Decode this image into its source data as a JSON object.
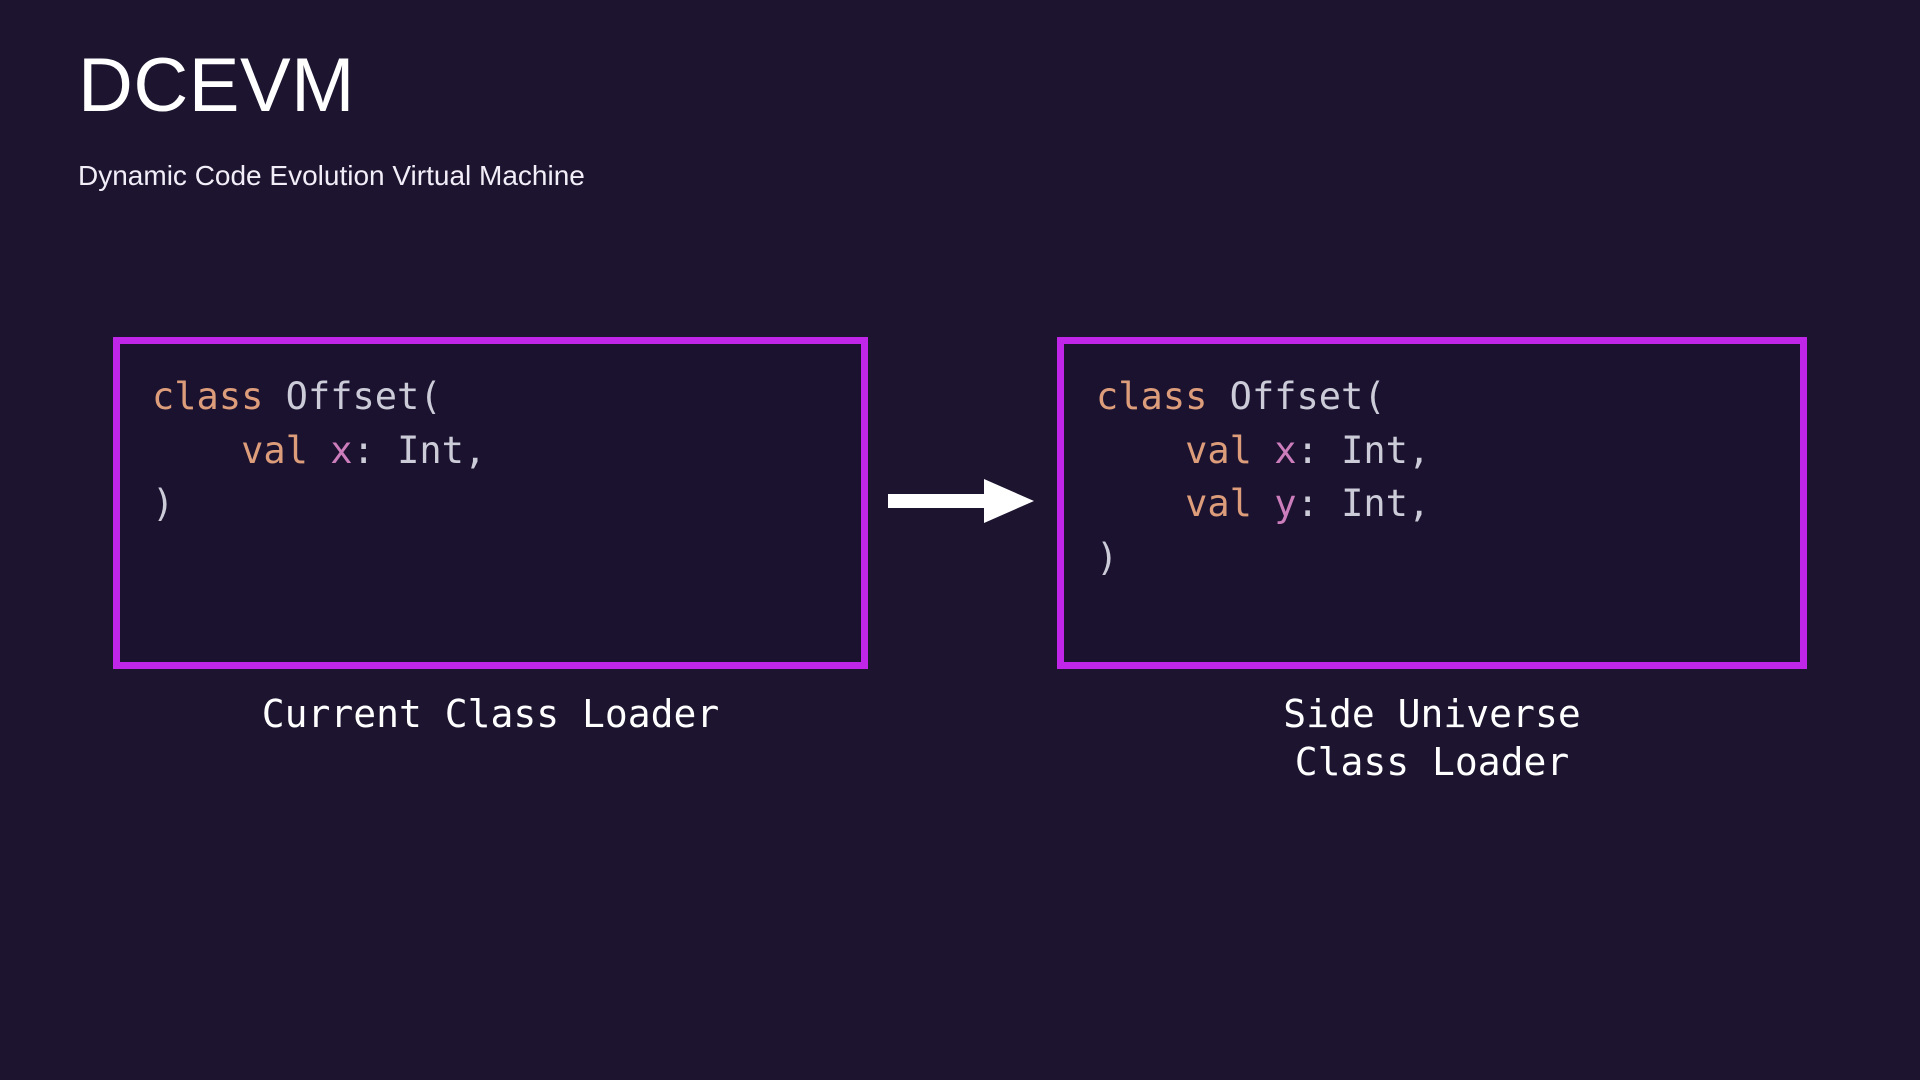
{
  "header": {
    "title": "DCEVM",
    "subtitle": "Dynamic Code Evolution Virtual Machine"
  },
  "colors": {
    "background": "#1d1430",
    "box_border": "#c026e8",
    "box_fill": "#1b1230",
    "arrow": "#ffffff",
    "keyword": "#dd9d7a",
    "identifier": "#cccbd8",
    "variable": "#cc7dbb",
    "title_text": "#ffffff",
    "caption_text": "#ffffff"
  },
  "diagram": {
    "arrow_icon": "arrow-right-icon",
    "panels": [
      {
        "id": "current",
        "caption": "Current Class Loader",
        "code_lines": [
          [
            {
              "t": "class",
              "c": "kw"
            },
            {
              "t": " ",
              "c": "pun"
            },
            {
              "t": "Offset(",
              "c": "id"
            }
          ],
          [
            {
              "t": "    ",
              "c": "pun"
            },
            {
              "t": "val",
              "c": "kw"
            },
            {
              "t": " ",
              "c": "pun"
            },
            {
              "t": "x",
              "c": "var"
            },
            {
              "t": ": ",
              "c": "pun"
            },
            {
              "t": "Int,",
              "c": "typ"
            }
          ],
          [
            {
              "t": ")",
              "c": "pun"
            }
          ]
        ],
        "code_text": "class Offset(\n    val x: Int,\n)"
      },
      {
        "id": "side-universe",
        "caption": "Side Universe\nClass Loader",
        "code_lines": [
          [
            {
              "t": "class",
              "c": "kw"
            },
            {
              "t": " ",
              "c": "pun"
            },
            {
              "t": "Offset(",
              "c": "id"
            }
          ],
          [
            {
              "t": "    ",
              "c": "pun"
            },
            {
              "t": "val",
              "c": "kw"
            },
            {
              "t": " ",
              "c": "pun"
            },
            {
              "t": "x",
              "c": "var"
            },
            {
              "t": ": ",
              "c": "pun"
            },
            {
              "t": "Int,",
              "c": "typ"
            }
          ],
          [
            {
              "t": "    ",
              "c": "pun"
            },
            {
              "t": "val",
              "c": "kw"
            },
            {
              "t": " ",
              "c": "pun"
            },
            {
              "t": "y",
              "c": "var"
            },
            {
              "t": ": ",
              "c": "pun"
            },
            {
              "t": "Int,",
              "c": "typ"
            }
          ],
          [
            {
              "t": ")",
              "c": "pun"
            }
          ]
        ],
        "code_text": "class Offset(\n    val x: Int,\n    val y: Int,\n)"
      }
    ]
  }
}
